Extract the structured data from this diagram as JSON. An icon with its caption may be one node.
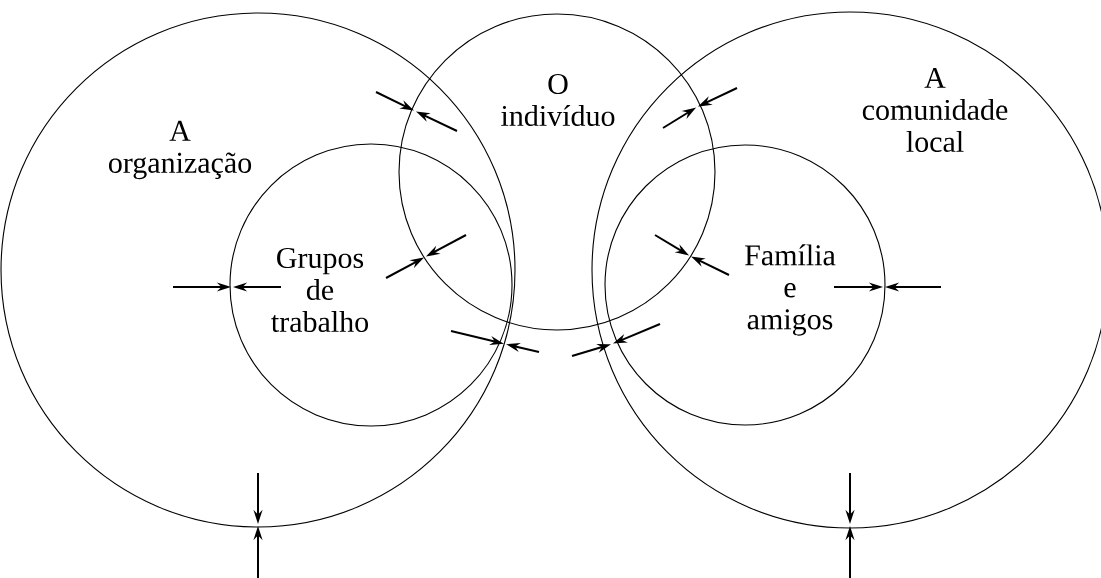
{
  "diagram": {
    "nodes": [
      {
        "text": [
          "A organização"
        ]
      },
      {
        "text": [
          "Grupos de trabalho"
        ],
        "in": 0
      },
      {
        "text": [
          "O indivíduo"
        ]
      },
      {
        "text": [
          "A comunidade local"
        ]
      },
      {
        "text": [
          "Família e amigos"
        ],
        "in": 3
      }
    ]
  }
}
